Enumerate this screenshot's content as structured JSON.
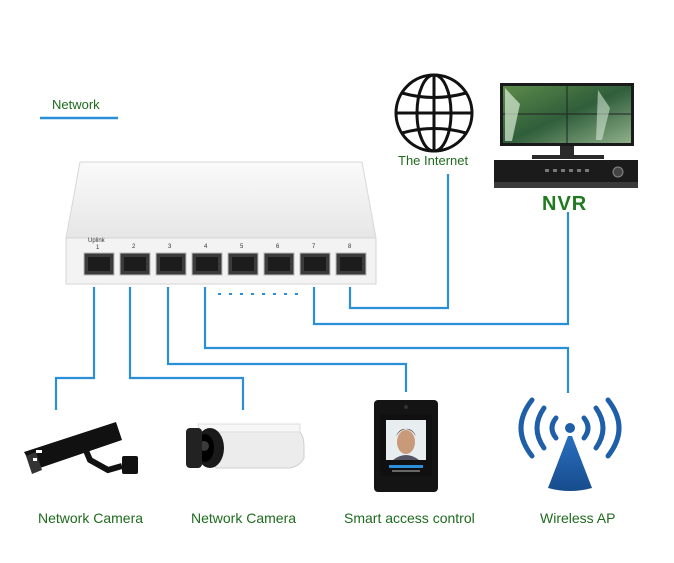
{
  "header": {
    "legend_label": "Network"
  },
  "switch": {
    "uplink_label": "Uplink",
    "port_numbers": [
      "1",
      "2",
      "3",
      "4",
      "5",
      "6",
      "7",
      "8"
    ]
  },
  "internet": {
    "label": "The Internet",
    "icon": "globe-icon"
  },
  "nvr": {
    "label": "NVR",
    "icon": "monitor-icon"
  },
  "devices": [
    {
      "label": "Network Camera",
      "icon": "bullet-camera-icon"
    },
    {
      "label": "Network Camera",
      "icon": "box-camera-icon"
    },
    {
      "label": "Smart access control",
      "icon": "face-terminal-icon"
    },
    {
      "label": "Wireless AP",
      "icon": "wifi-icon"
    }
  ],
  "colors": {
    "cable": "#2a8fd8",
    "label_green": "#1e6b1e",
    "wifi_blue": "#1f5fa8"
  }
}
